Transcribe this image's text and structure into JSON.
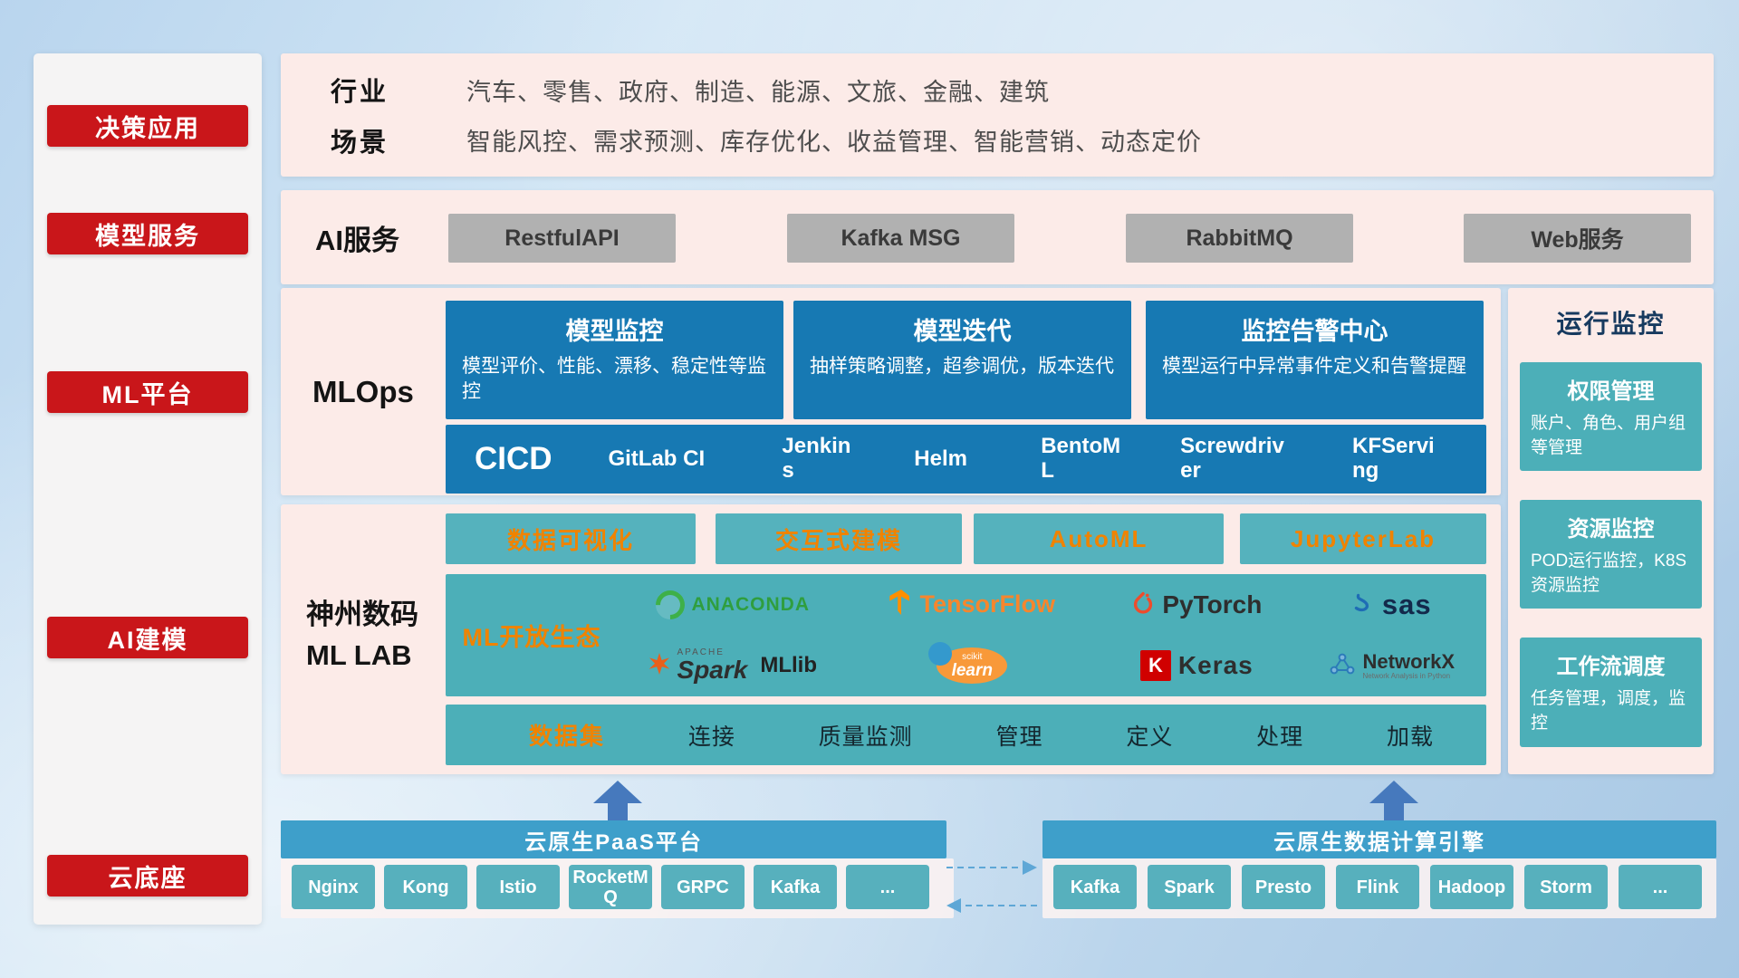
{
  "colors": {
    "accent_red": "#c9161a",
    "panel_pink": "#fcebe8",
    "deep_blue": "#1779b3",
    "teal": "#4cafb8",
    "orange": "#f08300",
    "header_blue": "#3e9fca",
    "chip_teal": "#57b0bd",
    "gray_button": "#b1b1b1",
    "arrow_blue": "#4679bd"
  },
  "sidebar": {
    "items": [
      {
        "label": "决策应用"
      },
      {
        "label": "模型服务"
      },
      {
        "label": "ML平台"
      },
      {
        "label": "AI建模"
      },
      {
        "label": "云底座"
      }
    ]
  },
  "industry": {
    "rows": [
      {
        "label": "行业",
        "text": "汽车、零售、政府、制造、能源、文旅、金融、建筑"
      },
      {
        "label": "场景",
        "text": "智能风控、需求预测、库存优化、收益管理、智能营销、动态定价"
      }
    ]
  },
  "ai_service": {
    "label": "AI服务",
    "items": [
      {
        "label": "RestfulAPI"
      },
      {
        "label": "Kafka MSG"
      },
      {
        "label": "RabbitMQ"
      },
      {
        "label": "Web服务"
      }
    ]
  },
  "mlops": {
    "label": "MLOps",
    "cards": [
      {
        "title": "模型监控",
        "desc": "模型评价、性能、漂移、稳定性等监控"
      },
      {
        "title": "模型迭代",
        "desc": "抽样策略调整，超参调优，版本迭代"
      },
      {
        "title": "监控告警中心",
        "desc": "模型运行中异常事件定义和告警提醒"
      }
    ],
    "cicd_label": "CICD",
    "cicd_items": [
      {
        "label": "GitLab CI"
      },
      {
        "label": "Jenkins"
      },
      {
        "label": "Helm"
      },
      {
        "label": "BentoML"
      },
      {
        "label": "Screwdriver"
      },
      {
        "label": "KFServing"
      }
    ]
  },
  "monitor": {
    "title": "运行监控",
    "cards": [
      {
        "title": "权限管理",
        "desc": "账户、角色、用户组等管理"
      },
      {
        "title": "资源监控",
        "desc": "POD运行监控，K8S资源监控"
      },
      {
        "title": "工作流调度",
        "desc": "任务管理，调度，监控"
      }
    ]
  },
  "mllab": {
    "label_line1": "神州数码",
    "label_line2": "ML LAB",
    "tools": [
      {
        "label": "数据可视化"
      },
      {
        "label": "交互式建模"
      },
      {
        "label": "AutoML"
      },
      {
        "label": "JupyterLab"
      }
    ],
    "ecosystem_label": "ML开放生态",
    "logos": {
      "anaconda": "ANACONDA",
      "tensorflow": "TensorFlow",
      "pytorch": "PyTorch",
      "sas": "sas",
      "spark_apache": "APACHE",
      "spark": "Spark",
      "mllib": "MLlib",
      "scikit_top": "scikit",
      "scikit": "learn",
      "keras_letter": "K",
      "keras": "Keras",
      "networkx": "NetworkX",
      "networkx_sub": "Network Analysis in Python"
    },
    "dataset_label": "数据集",
    "dataset_items": [
      {
        "label": "连接"
      },
      {
        "label": "质量监测"
      },
      {
        "label": "管理"
      },
      {
        "label": "定义"
      },
      {
        "label": "处理"
      },
      {
        "label": "加载"
      }
    ]
  },
  "bottom": {
    "paas": {
      "title": "云原生PaaS平台",
      "items": [
        {
          "label": "Nginx"
        },
        {
          "label": "Kong"
        },
        {
          "label": "Istio"
        },
        {
          "label": "RocketMQ"
        },
        {
          "label": "GRPC"
        },
        {
          "label": "Kafka"
        },
        {
          "label": "..."
        }
      ]
    },
    "engine": {
      "title": "云原生数据计算引擎",
      "items": [
        {
          "label": "Kafka"
        },
        {
          "label": "Spark"
        },
        {
          "label": "Presto"
        },
        {
          "label": "Flink"
        },
        {
          "label": "Hadoop"
        },
        {
          "label": "Storm"
        },
        {
          "label": "..."
        }
      ]
    }
  }
}
